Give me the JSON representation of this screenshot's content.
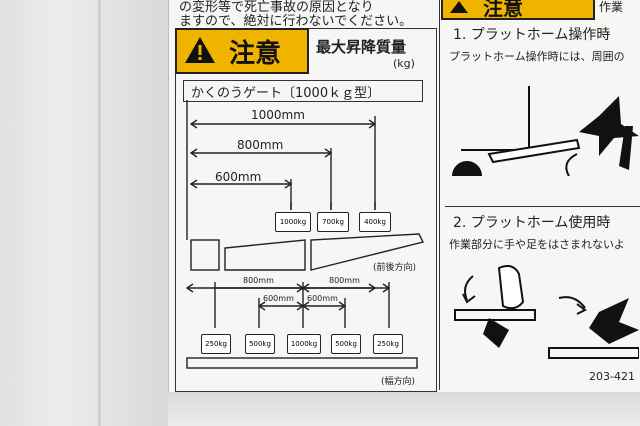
{
  "notice_top": {
    "line1": "の変形等で死亡事故の原因となり",
    "line2": "ますので、絶対に行わないでください。"
  },
  "caution_label": "注意",
  "capacity_title": "最大昇降質量",
  "capacity_unit": "(kg)",
  "gate_model": "かくのうゲート〔1000ｋｇ型〕",
  "dims": {
    "d1000": "1000mm",
    "d800": "800mm",
    "d600": "600mm"
  },
  "front_back": {
    "weights": [
      "1000kg",
      "700kg",
      "400kg"
    ],
    "direction": "(前後方向)"
  },
  "width_dir": {
    "spans": [
      "800mm",
      "600mm",
      "600mm",
      "800mm"
    ],
    "weights": [
      "250kg",
      "500kg",
      "1000kg",
      "500kg",
      "250kg"
    ],
    "direction": "(幅方向)"
  },
  "right_panel": {
    "caution_label": "注意",
    "header_side": "作業",
    "section1_title": "1. プラットホーム操作時",
    "section1_text": "プラットホーム操作時には、周囲の",
    "section2_title": "2. プラットホーム使用時",
    "section2_text": "作業部分に手や足をはさまれないよ",
    "part_number": "203-421"
  }
}
